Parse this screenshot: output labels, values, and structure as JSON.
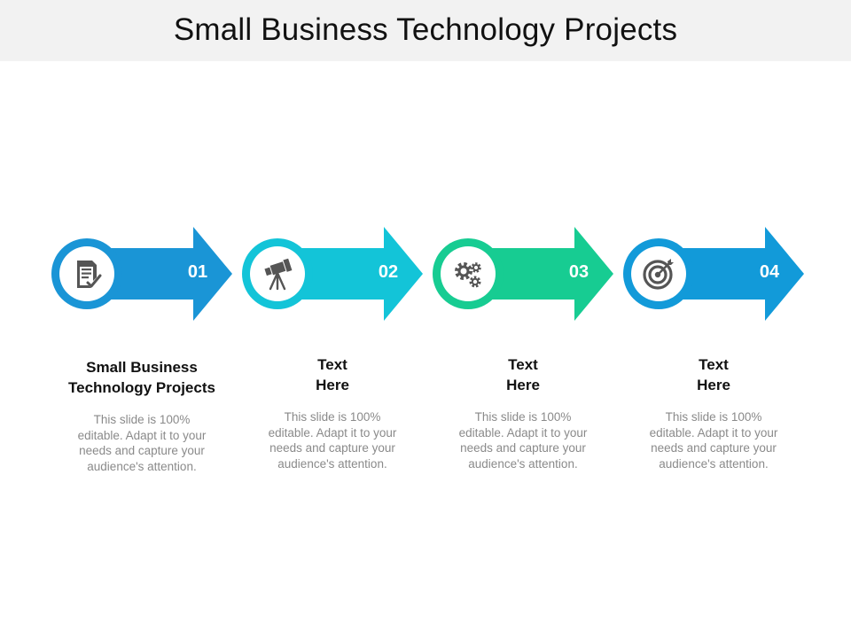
{
  "title": "Small Business Technology Projects",
  "colors": {
    "step1": "#1a95d6",
    "step2": "#13c4d8",
    "step3": "#17cc92",
    "step4": "#129ad9",
    "icon": "#555555"
  },
  "steps": [
    {
      "number": "01",
      "icon": "document-check-icon",
      "heading_line1": "Small Business",
      "heading_line2": "Technology Projects",
      "body": "This slide is 100% editable. Adapt it to your needs and capture your audience's attention."
    },
    {
      "number": "02",
      "icon": "telescope-icon",
      "heading_line1": "Text",
      "heading_line2": "Here",
      "body": "This slide is 100% editable. Adapt it to your needs and capture your audience's attention."
    },
    {
      "number": "03",
      "icon": "gears-icon",
      "heading_line1": "Text",
      "heading_line2": "Here",
      "body": "This slide is 100% editable. Adapt it to your needs and capture your audience's attention."
    },
    {
      "number": "04",
      "icon": "target-icon",
      "heading_line1": "Text",
      "heading_line2": "Here",
      "body": "This slide is 100% editable. Adapt it to your needs and capture your audience's attention."
    }
  ]
}
